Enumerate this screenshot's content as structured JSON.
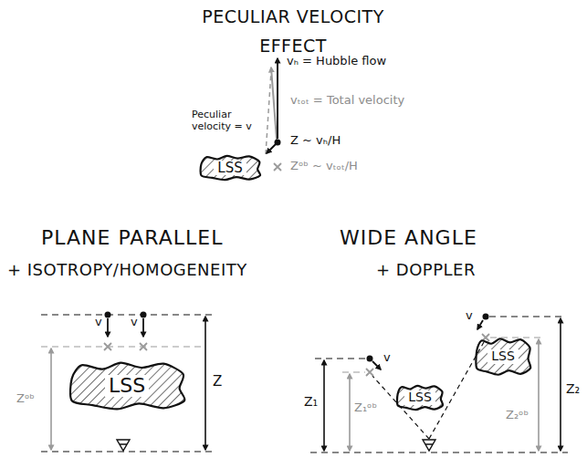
{
  "diagram": {
    "title": "PECULIAR VELOCITY EFFECT",
    "nodes": [
      {
        "text": [
          "LSS"
        ]
      },
      {
        "text": [
          "LSS"
        ]
      },
      {
        "text": [
          "LSS"
        ]
      },
      {
        "text": [
          "LSS"
        ]
      }
    ],
    "labels": [
      "vₕ = Hubble flow",
      "vₜₒₜ = Total velocity",
      "Peculiar velocity = v",
      "Z ~ vₕ/H",
      "Zᵒᵇ ~ vₜₒₜ/H",
      "PLANE PARALLEL",
      "+ ISOTROPY/HOMOGENEITY",
      "WIDE ANGLE",
      "+ DOPPLER",
      "v",
      "v",
      "Zᵒᵇ",
      "Z",
      "v",
      "v",
      "Z₁",
      "Z₁ᵒᵇ",
      "Z₂",
      "Z₂ᵒᵇ"
    ]
  }
}
